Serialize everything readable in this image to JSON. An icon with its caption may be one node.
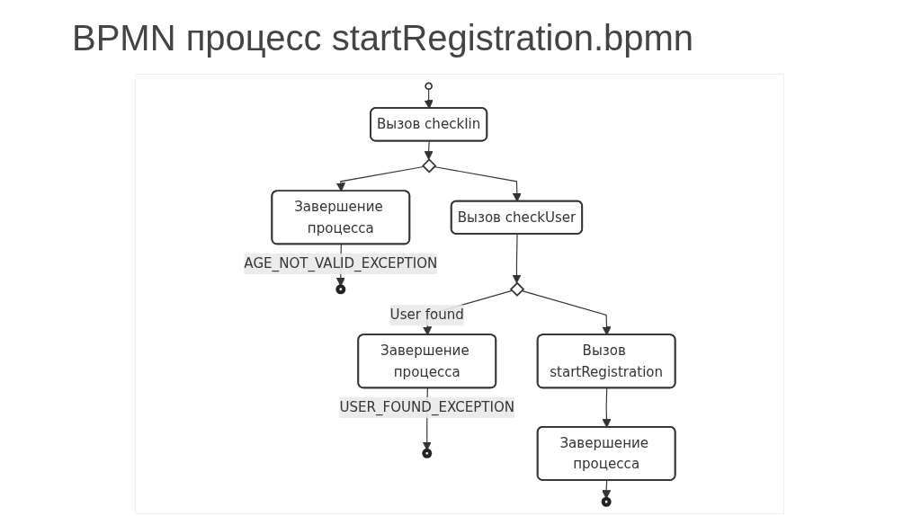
{
  "diagram": {
    "title": "BPMN процесс startRegistration.bpmn",
    "nodes": [
      {
        "text": [],
        "shape": "circle"
      },
      {
        "text": [
          "Вызов checkIin"
        ]
      },
      {
        "text": [],
        "shape": "diamond"
      },
      {
        "text": [
          "Завершение процесса"
        ]
      },
      {
        "text": [],
        "shape": "circle"
      },
      {
        "text": [
          "Вызов checkUser"
        ]
      },
      {
        "text": [],
        "shape": "diamond"
      },
      {
        "text": [
          "Завершение процесса"
        ]
      },
      {
        "text": [],
        "shape": "circle"
      },
      {
        "text": [
          "Вызов startRegistration"
        ]
      },
      {
        "text": [
          "Завершение процесса"
        ]
      },
      {
        "text": [],
        "shape": "circle"
      }
    ],
    "edges": [
      {
        "from": 0,
        "to": 1,
        "arrow": "to"
      },
      {
        "from": 1,
        "to": 2,
        "arrow": "to"
      },
      {
        "from": 2,
        "to": 3,
        "arrow": "to"
      },
      {
        "from": 3,
        "to": 4,
        "arrow": "to",
        "label": "AGE_NOT_VALID_EXCEPTION"
      },
      {
        "from": 2,
        "to": 5,
        "arrow": "to"
      },
      {
        "from": 5,
        "to": 6,
        "arrow": "to"
      },
      {
        "from": 6,
        "to": 7,
        "arrow": "to",
        "label": "User found"
      },
      {
        "from": 7,
        "to": 8,
        "arrow": "to",
        "label": "USER_FOUND_EXCEPTION"
      },
      {
        "from": 6,
        "to": 9,
        "arrow": "to"
      },
      {
        "from": 9,
        "to": 10,
        "arrow": "to"
      },
      {
        "from": 10,
        "to": 11,
        "arrow": "to"
      }
    ]
  }
}
